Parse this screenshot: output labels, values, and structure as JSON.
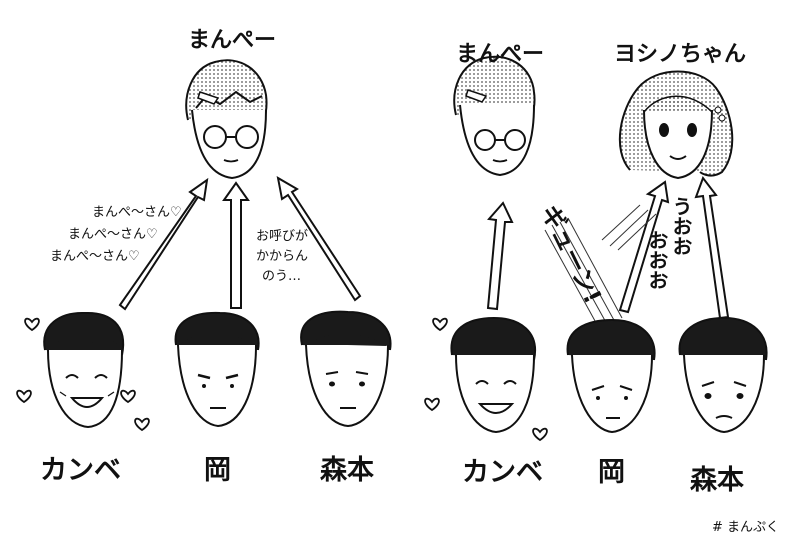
{
  "left_panel": {
    "top_name": "まんぺー",
    "bottom_names": [
      "カンベ",
      "岡",
      "森本"
    ],
    "kanbe_calls": [
      "まんぺ〜さん♡",
      "まんぺ〜さん♡",
      "まんぺ〜さん♡"
    ],
    "oka_whisper": [
      "お呼びが",
      "かからん",
      "のう…"
    ]
  },
  "right_panel": {
    "top_names": [
      "まんぺー",
      "ヨシノちゃん"
    ],
    "bottom_names": [
      "カンベ",
      "岡",
      "森本"
    ],
    "sfx_gyun": "ギューン!",
    "cheer_col1": "うおお",
    "cheer_col2": "おおお"
  },
  "footer": {
    "hashtag": "# まんぷく"
  },
  "colors": {
    "ink": "#111111",
    "paper": "#ffffff",
    "tone": "#9a9a9a"
  },
  "icons": [
    "heart-icon",
    "arrow-icon",
    "speed-lines"
  ]
}
